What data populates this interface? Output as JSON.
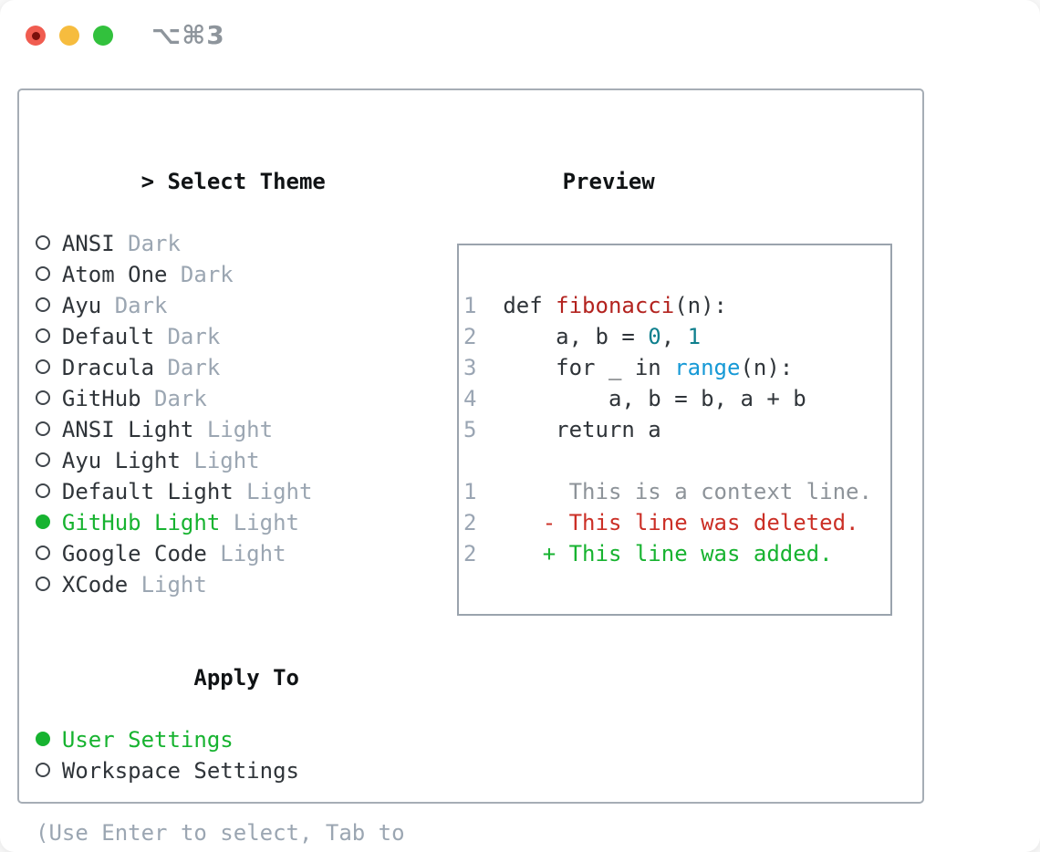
{
  "colors": {
    "foreground": "#2f3439",
    "heading": "#101315",
    "muted": "#9ba6b2",
    "line_number": "#9aa5b3",
    "context": "#8d9399",
    "green": "#17b330",
    "syntax_red": "#b3231f",
    "syntax_teal": "#0e7f8d",
    "syntax_blue": "#1699d6",
    "diff_red": "#cb2f26",
    "diff_green": "#17b330",
    "panel_border": "#a6adb5",
    "preview_border": "#9aa3ad",
    "traffic_red": "#f05c50",
    "traffic_red_dot": "#7a100c",
    "traffic_yellow": "#f6bc3e",
    "traffic_green": "#32c13d",
    "window_title": "#8e959c"
  },
  "window": {
    "title": "⌥⌘3"
  },
  "theme_picker": {
    "prompt": ">",
    "header": "Select Theme",
    "themes": [
      {
        "name": "ANSI",
        "variant": "Dark",
        "selected": false
      },
      {
        "name": "Atom One",
        "variant": "Dark",
        "selected": false
      },
      {
        "name": "Ayu",
        "variant": "Dark",
        "selected": false
      },
      {
        "name": "Default",
        "variant": "Dark",
        "selected": false
      },
      {
        "name": "Dracula",
        "variant": "Dark",
        "selected": false
      },
      {
        "name": "GitHub",
        "variant": "Dark",
        "selected": false
      },
      {
        "name": "ANSI Light",
        "variant": "Light",
        "selected": false
      },
      {
        "name": "Ayu Light",
        "variant": "Light",
        "selected": false
      },
      {
        "name": "Default Light",
        "variant": "Light",
        "selected": false
      },
      {
        "name": "GitHub Light",
        "variant": "Light",
        "selected": true
      },
      {
        "name": "Google Code",
        "variant": "Light",
        "selected": false
      },
      {
        "name": "XCode",
        "variant": "Light",
        "selected": false
      }
    ],
    "apply_to": {
      "label": "Apply To",
      "options": [
        {
          "label": "User Settings",
          "selected": true
        },
        {
          "label": "Workspace Settings",
          "selected": false
        }
      ]
    },
    "hint": "(Use Enter to select, Tab to change focus)"
  },
  "preview": {
    "label": "Preview",
    "lines": [
      {
        "num": "1",
        "segments": [
          {
            "text": "  def ",
            "style": "code"
          },
          {
            "text": "fibonacci",
            "style": "syntax-red"
          },
          {
            "text": "(n):",
            "style": "code"
          }
        ]
      },
      {
        "num": "2",
        "segments": [
          {
            "text": "      a, b = ",
            "style": "code"
          },
          {
            "text": "0",
            "style": "syntax-teal"
          },
          {
            "text": ", ",
            "style": "code"
          },
          {
            "text": "1",
            "style": "syntax-teal"
          }
        ]
      },
      {
        "num": "3",
        "segments": [
          {
            "text": "      for _ in ",
            "style": "code"
          },
          {
            "text": "range",
            "style": "syntax-blue"
          },
          {
            "text": "(n):",
            "style": "code"
          }
        ]
      },
      {
        "num": "4",
        "segments": [
          {
            "text": "          a, b = b, a + b",
            "style": "code"
          }
        ]
      },
      {
        "num": "5",
        "segments": [
          {
            "text": "      return a",
            "style": "code"
          }
        ]
      },
      {
        "num": "",
        "segments": []
      },
      {
        "num": "1",
        "segments": [
          {
            "text": "       This is a context line.",
            "style": "context"
          }
        ]
      },
      {
        "num": "2",
        "segments": [
          {
            "text": "     - This line was deleted.",
            "style": "diff-red"
          }
        ]
      },
      {
        "num": "2",
        "segments": [
          {
            "text": "     + This line was added.",
            "style": "diff-green"
          }
        ]
      }
    ]
  }
}
